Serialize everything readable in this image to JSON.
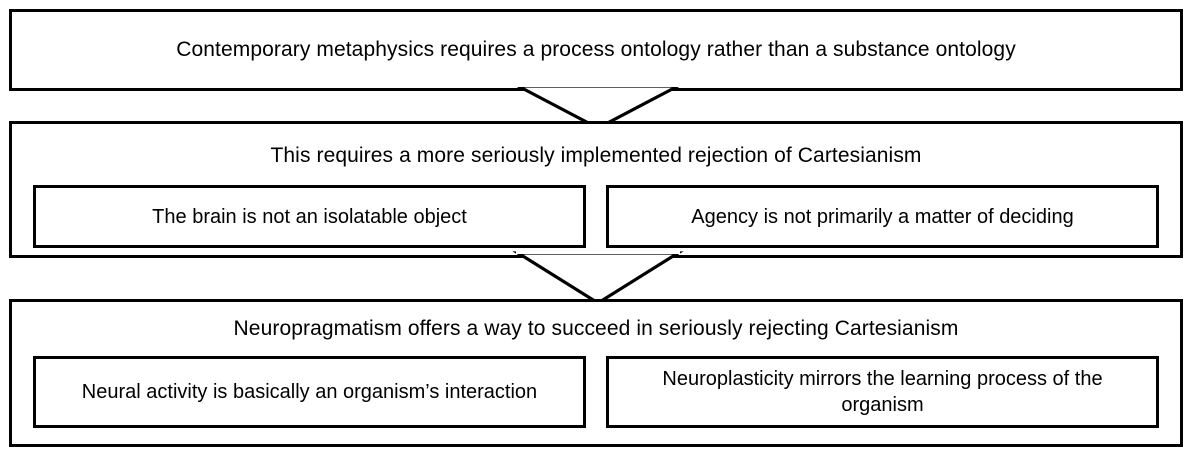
{
  "diagram": {
    "type": "flowchart",
    "orientation": "top-to-bottom",
    "background_color": "#ffffff",
    "line_color": "#000000",
    "tiers": [
      {
        "id": "tier-1",
        "heading": "Contemporary metaphysics requires a process ontology rather than a substance ontology",
        "subboxes": []
      },
      {
        "id": "tier-2",
        "heading": "This requires a more seriously implemented rejection of Cartesianism",
        "subboxes": [
          "The brain is not an isolatable object",
          "Agency is not primarily a matter of deciding"
        ]
      },
      {
        "id": "tier-3",
        "heading": "Neuropragmatism offers a way to succeed in seriously rejecting Cartesianism",
        "subboxes": [
          "Neural activity is basically an organism’s interaction",
          "Neuroplasticity mirrors the learning process of the organism"
        ]
      }
    ],
    "connectors": [
      {
        "id": "arrow-1",
        "from": "tier-1",
        "to": "tier-2",
        "shape": "down-arrow"
      },
      {
        "id": "arrow-2",
        "from": "tier-2",
        "to": "tier-3",
        "shape": "down-arrow"
      }
    ]
  }
}
